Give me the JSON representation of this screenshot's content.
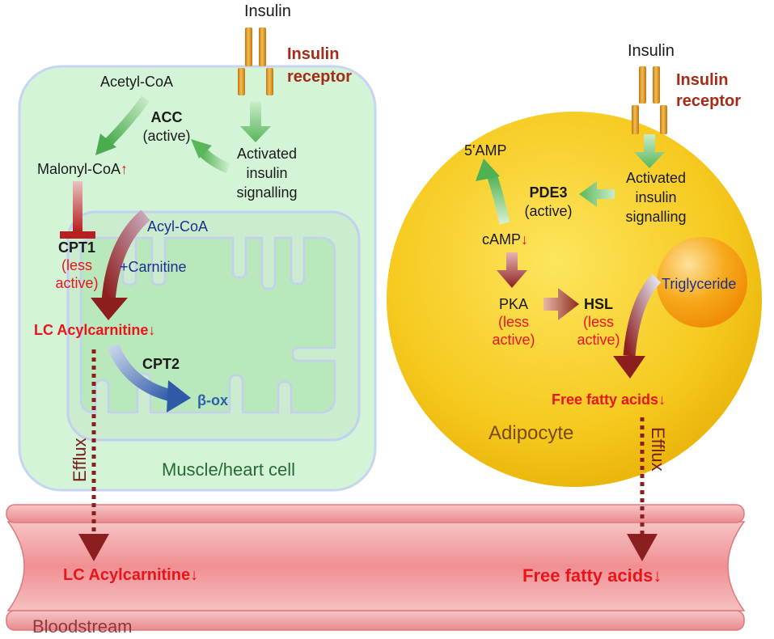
{
  "colors": {
    "muscle_cell_fill": "#d3f4d6",
    "vessel_fill": "#f09a9e",
    "adipocyte_fill": "#f6c91e",
    "triglyceride_fill": "#f5a414",
    "receptor": "#e7a13a",
    "efflux_arrow": "#8b1f1f",
    "highlight_red": "#e8151b"
  },
  "left": {
    "insulin": "Insulin",
    "receptor_line1": "Insulin",
    "receptor_line2": "receptor",
    "acetyl_coa": "Acetyl-CoA",
    "acc_name": "ACC",
    "acc_state": "(active)",
    "signalling_line1": "Activated",
    "signalling_line2": "insulin",
    "signalling_line3": "signalling",
    "malonyl_coa": "Malonyl-CoA",
    "up_arrow": "↑",
    "cpt1_name": "CPT1",
    "cpt1_state_line1": "(less",
    "cpt1_state_line2": "active)",
    "acyl_coa": "Acyl-CoA",
    "carnitine": "+Carnitine",
    "lc_acylcarnitine": "LC Acylcarnitine",
    "down_arrow": "↓",
    "cpt2_name": "CPT2",
    "beta_ox": "β-ox",
    "efflux": "Efflux",
    "cell_label": "Muscle/heart cell"
  },
  "right": {
    "insulin": "Insulin",
    "receptor_line1": "Insulin",
    "receptor_line2": "receptor",
    "amp": "5'AMP",
    "pde3_name": "PDE3",
    "pde3_state": "(active)",
    "signalling_line1": "Activated",
    "signalling_line2": "insulin",
    "signalling_line3": "signalling",
    "camp": "cAMP",
    "down_arrow": "↓",
    "pka_name": "PKA",
    "pka_state_line1": "(less",
    "pka_state_line2": "active)",
    "hsl_name": "HSL",
    "hsl_state_line1": "(less",
    "hsl_state_line2": "active)",
    "triglyceride": "Triglyceride",
    "ffa": "Free fatty acids",
    "cell_label": "Adipocyte",
    "efflux": "Efflux"
  },
  "bloodstream": {
    "lc_acylcarnitine": "LC Acylcarnitine",
    "ffa": "Free fatty acids",
    "down_arrow": "↓",
    "label": "Bloodstream"
  }
}
